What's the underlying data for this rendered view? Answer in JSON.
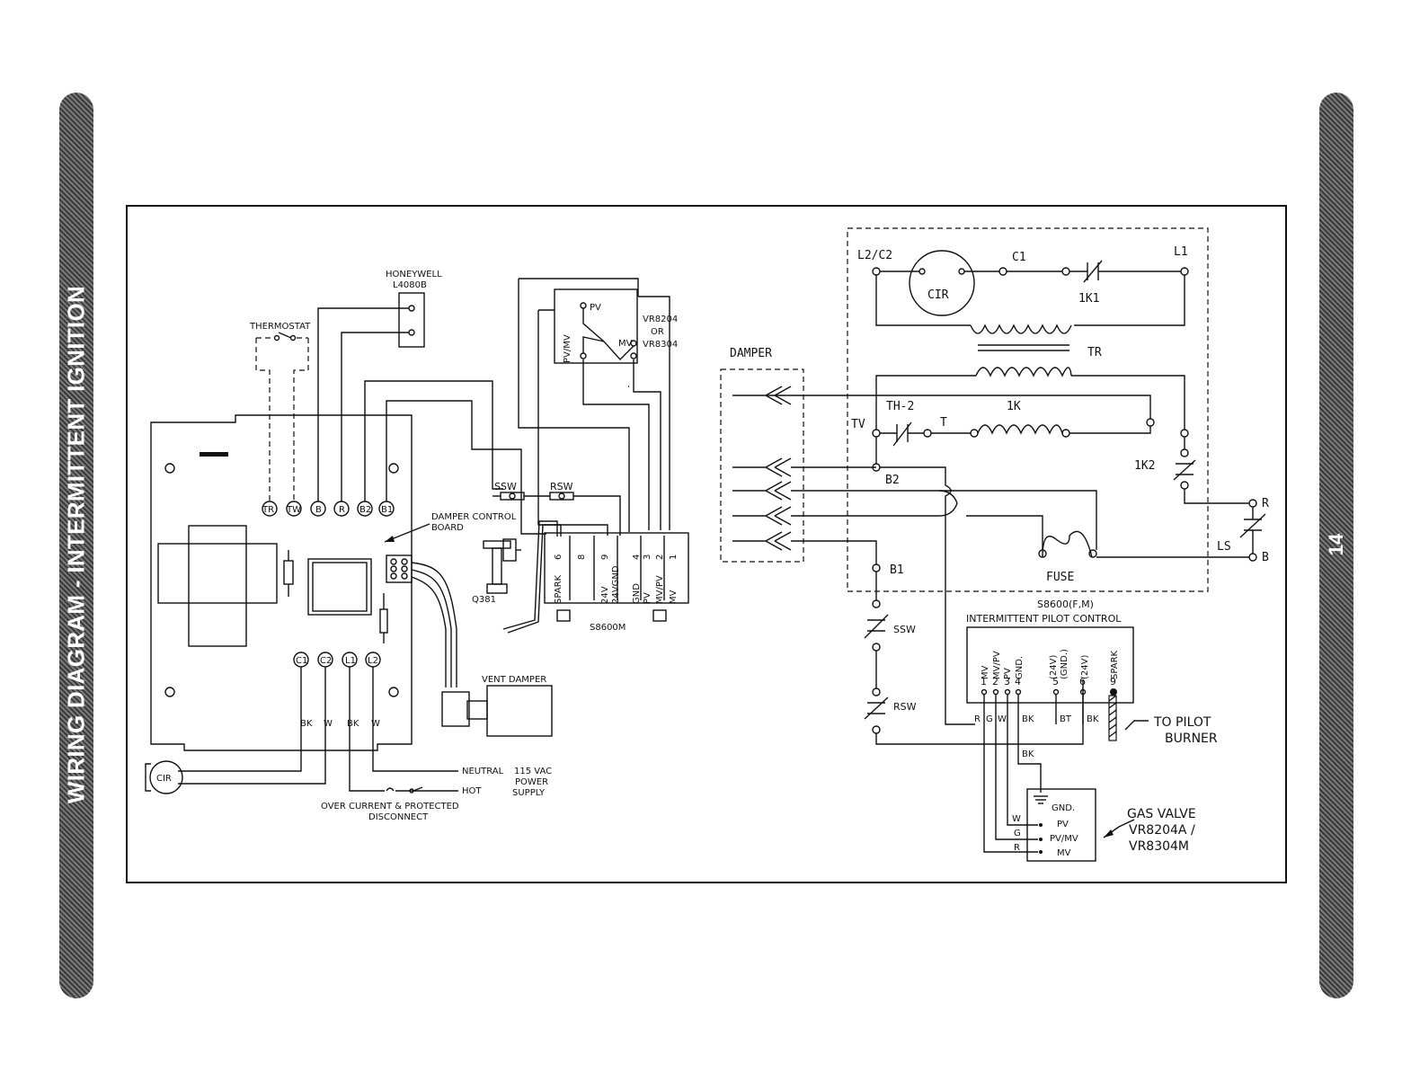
{
  "side_title": "WIRING DIAGRAM - INTERMITTENT IGNITION",
  "page_number": "14",
  "left": {
    "honeywell": "HONEYWELL",
    "honeywell_model": "L4080B",
    "thermostat": "THERMOSTAT",
    "terminals_top": [
      "TR",
      "TW",
      "B",
      "R",
      "B2",
      "B1"
    ],
    "terminals_bottom": [
      "C1",
      "C2",
      "L1",
      "L2"
    ],
    "damper_board_1": "DAMPER CONTROL",
    "damper_board_2": "BOARD",
    "ssw": "SSW",
    "rsw": "RSW",
    "q381": "Q381",
    "s8600m": "S8600M",
    "s8600m_terms": [
      "SPARK",
      "6",
      "24V",
      "9",
      "24VGND",
      "8",
      "GND",
      "4",
      "PV",
      "3",
      "MV/PV",
      "2",
      "MV",
      "1"
    ],
    "vr_labels": [
      "VR8204",
      "OR",
      "VR8304"
    ],
    "vr_pv": "PV",
    "vr_pvmv": "PV/MV",
    "vr_mv": "MV",
    "vent_damper": "VENT DAMPER",
    "cir": "CIR",
    "wire_bk": "BK",
    "wire_w": "W",
    "neutral": "NEUTRAL",
    "hot": "HOT",
    "vac": "115 VAC",
    "power": "POWER",
    "supply": "SUPPLY",
    "over_current": "OVER CURRENT & PROTECTED",
    "disconnect": "DISCONNECT"
  },
  "right": {
    "damper": "DAMPER",
    "l2c2": "L2/C2",
    "cir": "CIR",
    "c1": "C1",
    "l1": "L1",
    "k1_1": "1K1",
    "tr": "TR",
    "tv": "TV",
    "th2": "TH-2",
    "t": "T",
    "k1": "1K",
    "k2": "1K2",
    "b2": "B2",
    "b1": "B1",
    "r": "R",
    "b": "B",
    "ls": "LS",
    "fuse": "FUSE",
    "ssw": "SSW",
    "rsw": "RSW",
    "s8600_title": "S8600(F,M)",
    "s8600_subtitle": "INTERMITTENT   PILOT  CONTROL",
    "s8600_terms": [
      "MV",
      "MV/PV",
      "PV",
      "GND.",
      "(24V)",
      "(GND.)",
      "(24V)",
      "SPARK"
    ],
    "s8600_nums": [
      "1",
      "2",
      "3",
      "4",
      "5",
      "6",
      "9"
    ],
    "wire_labels": [
      "R",
      "G",
      "W",
      "BK",
      "BT",
      "BK",
      "BK"
    ],
    "to_pilot": "TO PILOT",
    "burner": "BURNER",
    "gas_valve": "GAS VALVE",
    "gas_valve_model1": "VR8204A /",
    "gas_valve_model2": "VR8304M",
    "gv_terms": [
      "GND.",
      "PV",
      "PV/MV",
      "MV"
    ],
    "gv_wires": [
      "W",
      "G",
      "R"
    ]
  }
}
